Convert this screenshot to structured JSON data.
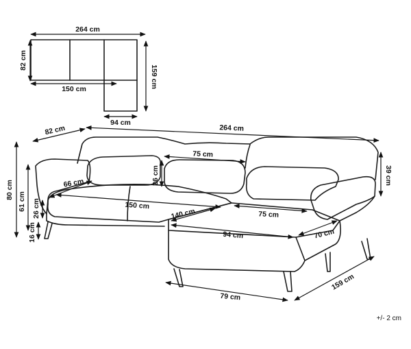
{
  "top_view": {
    "width": "264 cm",
    "depth": "82 cm",
    "sofa_section": "150 cm",
    "chaise_depth": "159 cm",
    "chaise_width": "94 cm"
  },
  "perspective": {
    "overall_width": "264 cm",
    "overall_depth": "82 cm",
    "cushion_width": "75 cm",
    "cushion_height": "26 cm",
    "overall_height": "80 cm",
    "armrest_height": "39 cm",
    "armrest_width": "66 cm",
    "seat_height": "61 cm",
    "seat_section": "150 cm",
    "seat_thickness": "26 cm",
    "chaise_length": "140 cm",
    "chaise_seat_width": "75 cm",
    "leg_height": "16 cm",
    "chaise_top": "94 cm",
    "chaise_side": "70 cm",
    "chaise_base": "79 cm",
    "chaise_total": "159 cm"
  },
  "tolerance": "+/- 2 cm"
}
